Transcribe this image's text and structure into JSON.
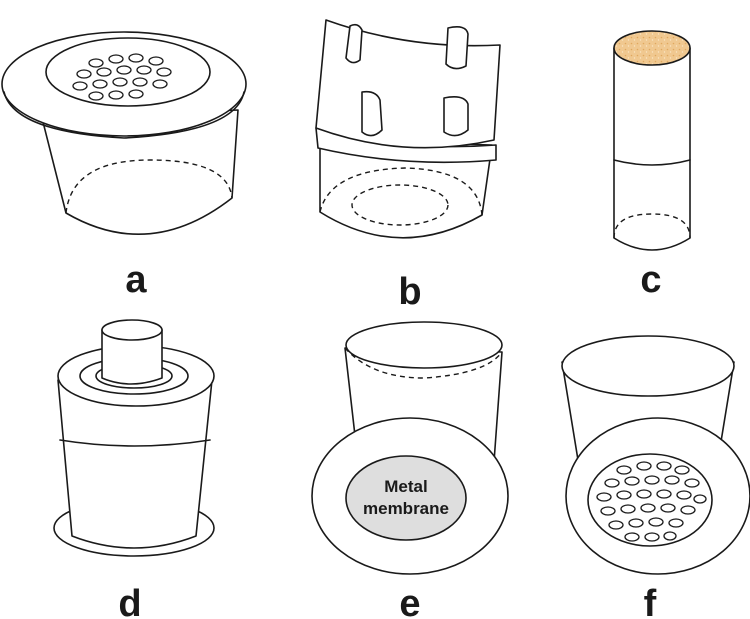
{
  "panels": [
    {
      "id": "a",
      "label": "a"
    },
    {
      "id": "b",
      "label": "b"
    },
    {
      "id": "c",
      "label": "c"
    },
    {
      "id": "d",
      "label": "d"
    },
    {
      "id": "e",
      "label": "e",
      "inner_label_line1": "Metal",
      "inner_label_line2": "membrane"
    },
    {
      "id": "f",
      "label": "f"
    }
  ],
  "colors": {
    "stroke": "#1a1a1a",
    "powder_fill": "#f0c890",
    "membrane_fill": "#dedede"
  }
}
